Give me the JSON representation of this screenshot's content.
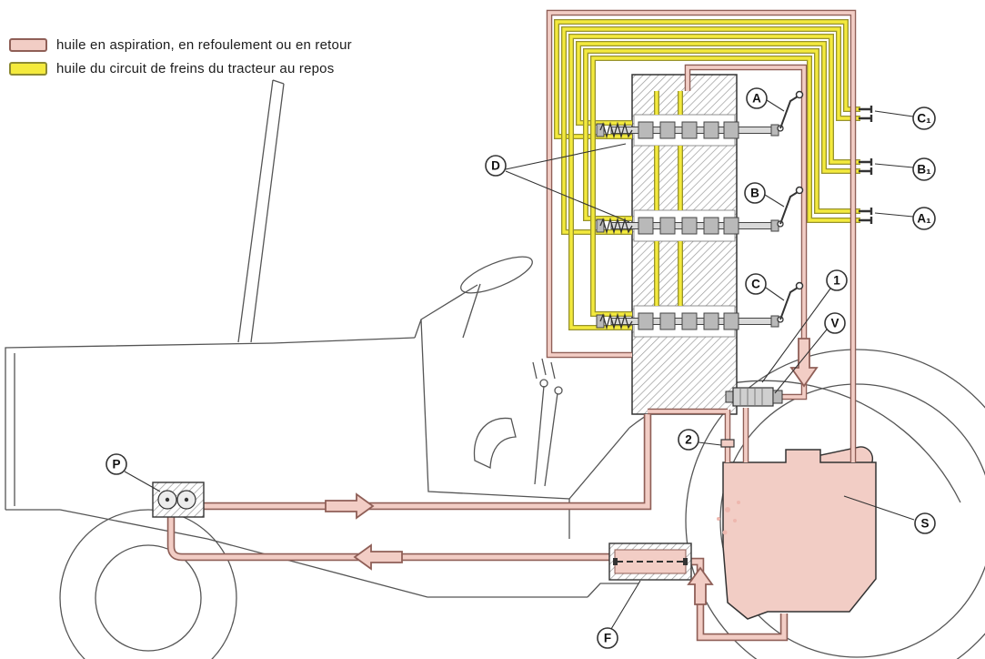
{
  "legend": {
    "items": [
      {
        "id": "suction-oil",
        "label": "huile en aspiration, en refoulement ou en retour",
        "color": "#f2cdc5"
      },
      {
        "id": "brake-oil",
        "label": "huile du circuit de freins du tracteur au repos",
        "color": "#f4ea3d"
      }
    ]
  },
  "callouts": {
    "A": "A",
    "B": "B",
    "C": "C",
    "D": "D",
    "V": "V",
    "P": "P",
    "F": "F",
    "S": "S",
    "n1": "1",
    "n2": "2",
    "C1": "C₁",
    "B1": "B₁",
    "A1": "A₁"
  },
  "colors": {
    "oil_pink": "#f2cdc5",
    "oil_pink_outline": "#8f5f57",
    "brake_yellow": "#f4ea3d",
    "brake_yellow_outline": "#97922f",
    "hatch_gray": "#9a9a9a"
  }
}
